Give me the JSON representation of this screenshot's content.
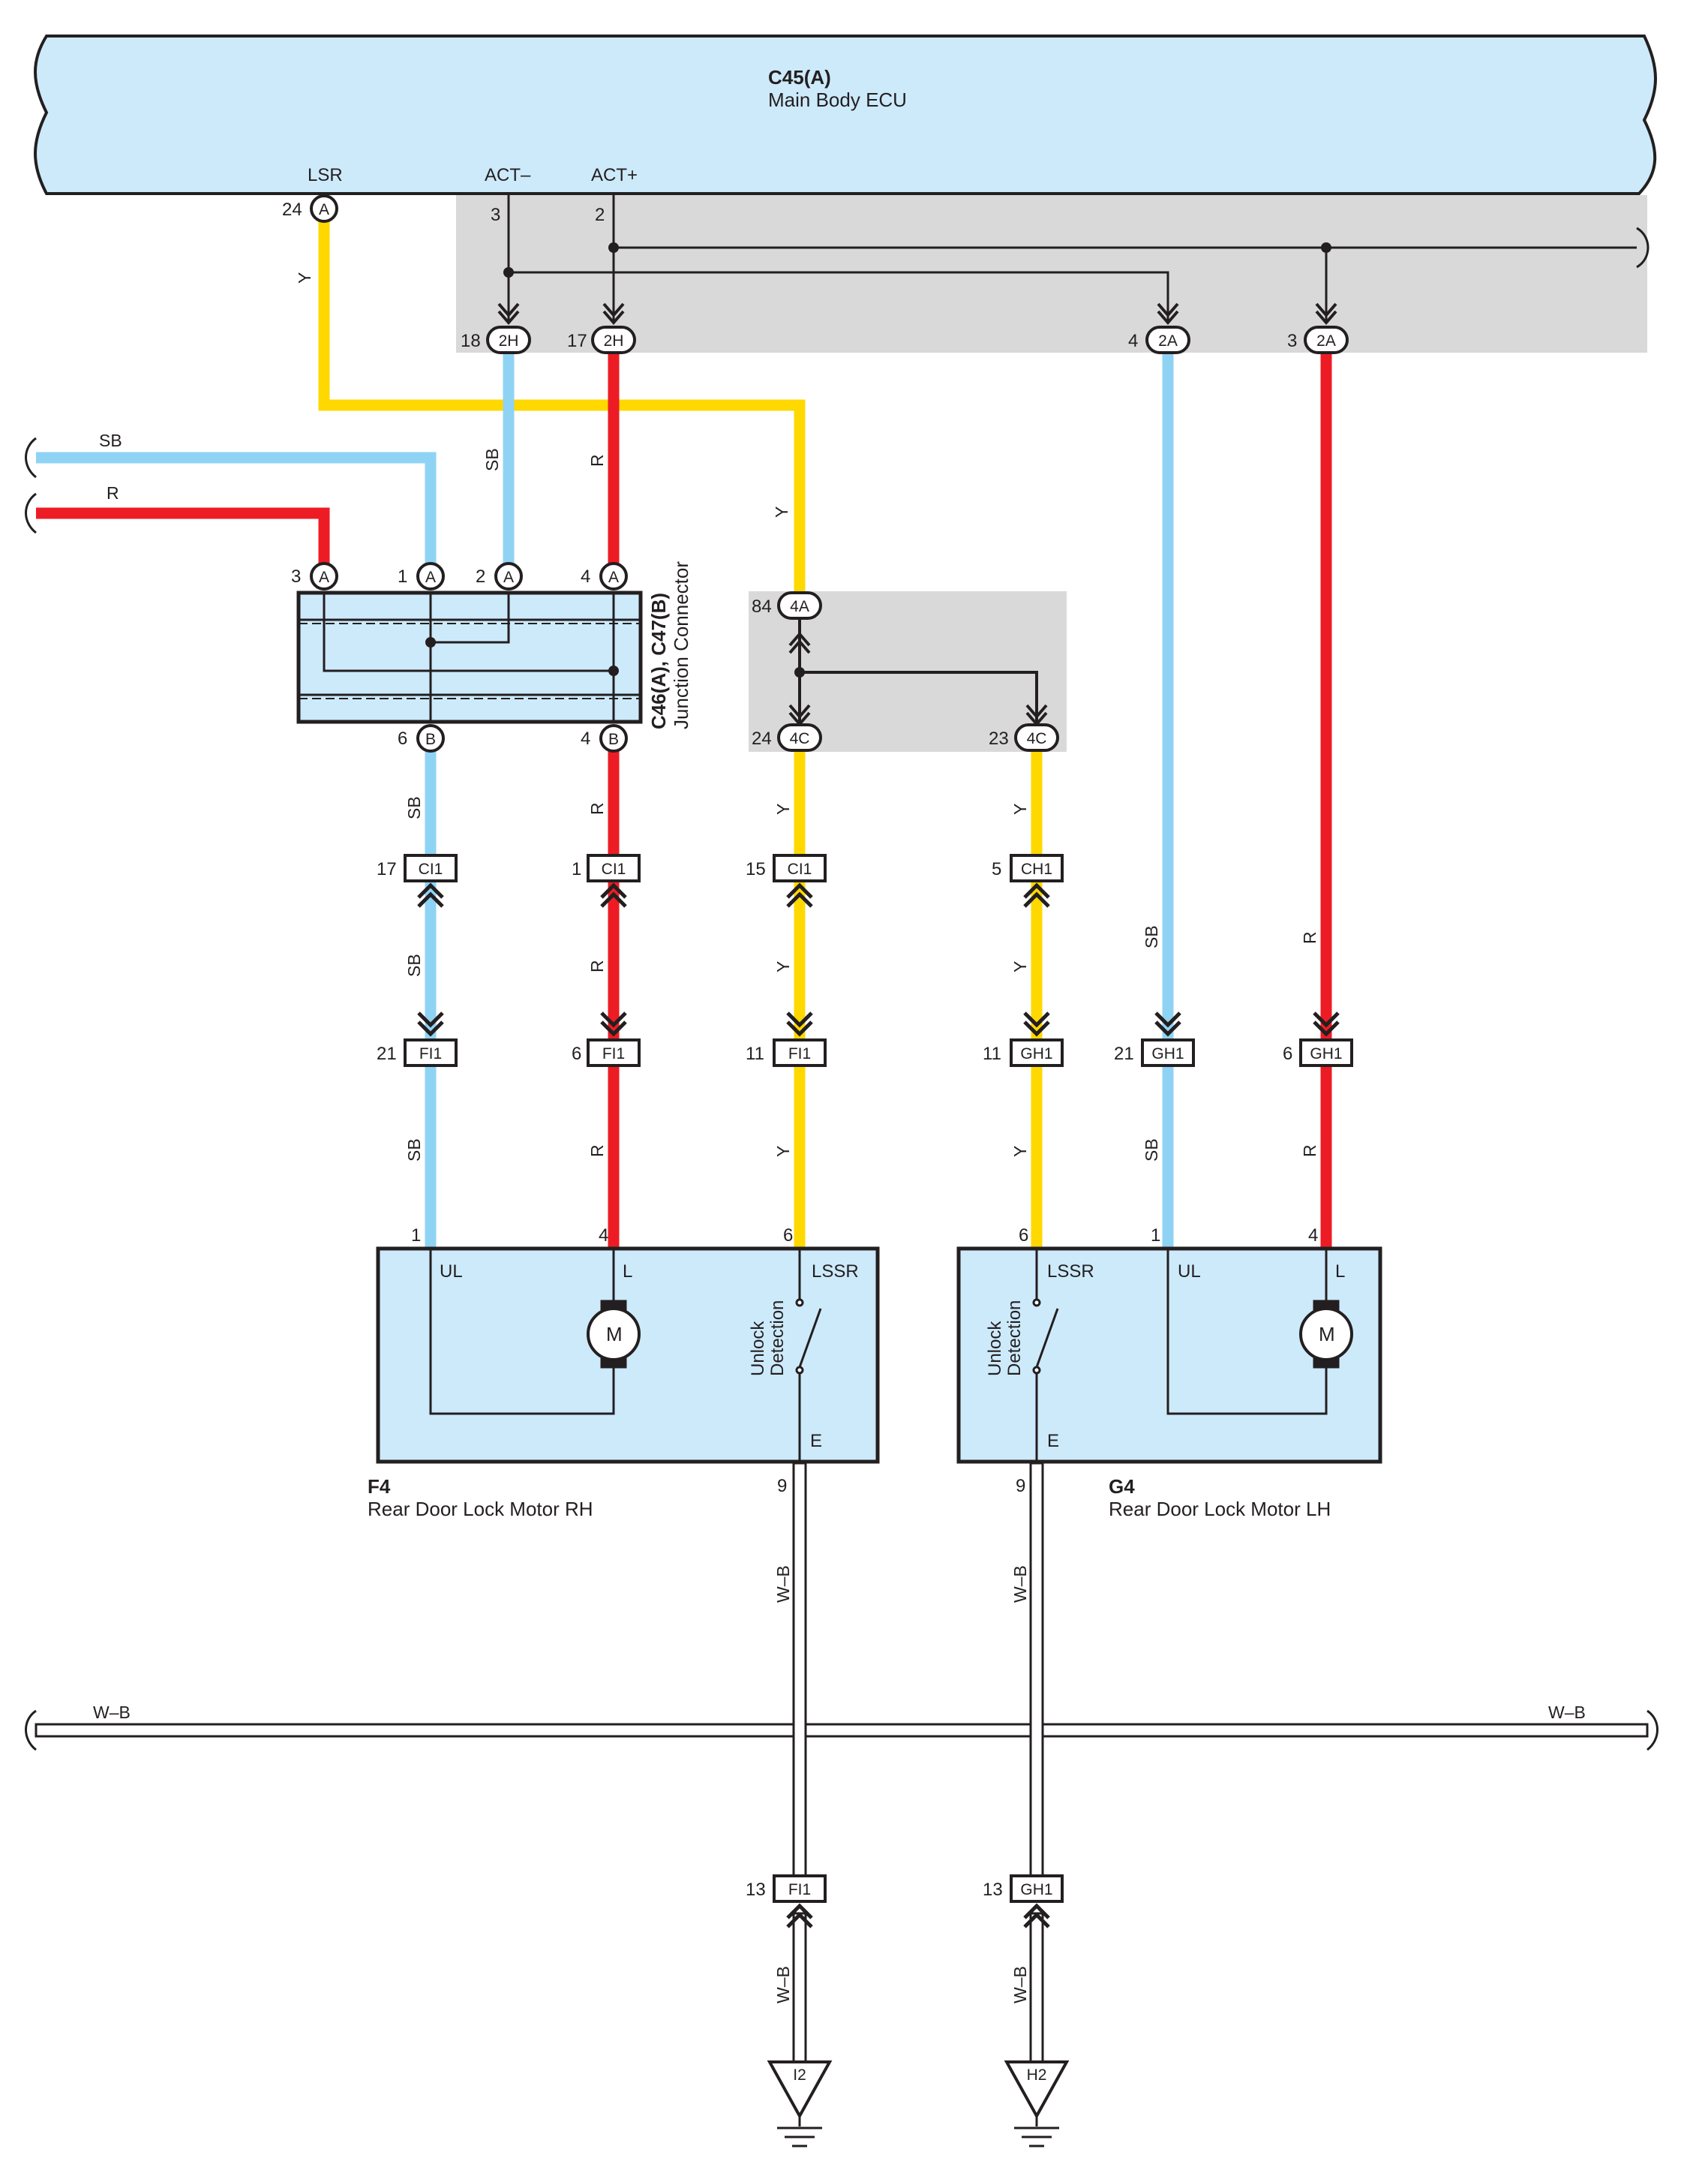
{
  "ecu": {
    "id": "C45(A)",
    "name": "Main Body ECU",
    "pins": [
      {
        "name": "LSR",
        "no": "24",
        "conn": "A"
      },
      {
        "name": "ACT–",
        "no": "3"
      },
      {
        "name": "ACT+",
        "no": "2"
      }
    ]
  },
  "junction": {
    "id": "C46(A), C47(B)",
    "name": "Junction Connector",
    "top_pins": [
      {
        "no": "3",
        "conn": "A"
      },
      {
        "no": "1",
        "conn": "A"
      },
      {
        "no": "2",
        "conn": "A"
      },
      {
        "no": "4",
        "conn": "A"
      }
    ],
    "bottom_pins": [
      {
        "no": "6",
        "conn": "B"
      },
      {
        "no": "4",
        "conn": "B"
      }
    ]
  },
  "connectors": {
    "c18_2h": {
      "no": "18",
      "code": "2H"
    },
    "c17_2h": {
      "no": "17",
      "code": "2H"
    },
    "c4_2a": {
      "no": "4",
      "code": "2A"
    },
    "c3_2a": {
      "no": "3",
      "code": "2A"
    },
    "c84_4a": {
      "no": "84",
      "code": "4A"
    },
    "c24_4c": {
      "no": "24",
      "code": "4C"
    },
    "c23_4c": {
      "no": "23",
      "code": "4C"
    },
    "ci17": {
      "no": "17",
      "code": "CI1"
    },
    "ci1": {
      "no": "1",
      "code": "CI1"
    },
    "ci15": {
      "no": "15",
      "code": "CI1"
    },
    "ch5": {
      "no": "5",
      "code": "CH1"
    },
    "fi21": {
      "no": "21",
      "code": "FI1"
    },
    "fi6": {
      "no": "6",
      "code": "FI1"
    },
    "fi11": {
      "no": "11",
      "code": "FI1"
    },
    "gh11": {
      "no": "11",
      "code": "GH1"
    },
    "gh21": {
      "no": "21",
      "code": "GH1"
    },
    "gh6": {
      "no": "6",
      "code": "GH1"
    },
    "fi13": {
      "no": "13",
      "code": "FI1"
    },
    "gh13": {
      "no": "13",
      "code": "GH1"
    }
  },
  "wire_colors": {
    "Y": "Y",
    "SB": "SB",
    "R": "R",
    "WB": "W–B"
  },
  "colors": {
    "yellow": "#ffd800",
    "sky_blue": "#8fd3f4",
    "red": "#ed1c24",
    "ecu_fill": "#cdeafb",
    "shade": "#d9d9da",
    "line": "#231f20"
  },
  "motor_rh": {
    "id": "F4",
    "name": "Rear Door Lock Motor RH",
    "pins": {
      "ul": "1",
      "l": "4",
      "lssr": "6",
      "e": "9"
    },
    "labels": {
      "ul": "UL",
      "l": "L",
      "lssr": "LSSR",
      "e": "E",
      "motor": "M"
    },
    "switch_label_1": "Unlock",
    "switch_label_2": "Detection"
  },
  "motor_lh": {
    "id": "G4",
    "name": "Rear Door Lock Motor LH",
    "pins": {
      "ul": "1",
      "l": "4",
      "lssr": "6",
      "e": "9"
    },
    "labels": {
      "ul": "UL",
      "l": "L",
      "lssr": "LSSR",
      "e": "E",
      "motor": "M"
    },
    "switch_label_1": "Unlock",
    "switch_label_2": "Detection"
  },
  "grounds": {
    "left": "I2",
    "right": "H2"
  }
}
